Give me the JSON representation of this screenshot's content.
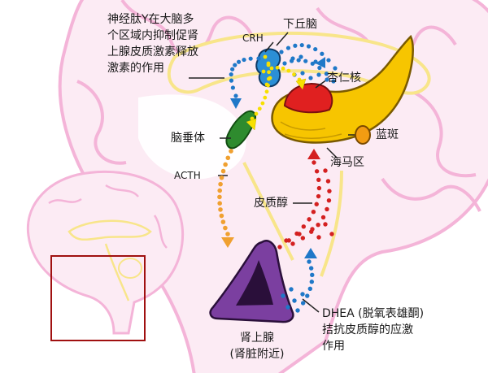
{
  "colors": {
    "brain_pink": "#f4b4d8",
    "brain_fill": "#fcebf4",
    "limbic_yellow": "#f8e58a",
    "hippocampus": "#f7c500",
    "amygdala": "#e02020",
    "hypothalamus": "#2b8fd6",
    "pituitary": "#2e8b2e",
    "locus_coeruleus": "#f39c12",
    "adrenal": "#7b3fa0",
    "crh_dots": "#1f78c8",
    "acth_dots": "#f0a030",
    "cortisol_dots": "#d42020",
    "dhea_dots": "#1f78c8",
    "inset_box": "#a01010"
  },
  "labels": {
    "crh_note": [
      "神经肽Y在大脑多",
      "个区域内抑制促肾",
      "上腺皮质激素释放",
      "激素的作用"
    ],
    "crh": "CRH",
    "hypothalamus": "下丘脑",
    "amygdala": "杏仁核",
    "locus_coeruleus": "蓝斑",
    "pituitary": "脑垂体",
    "hippocampus": "海马区",
    "acth": "ACTH",
    "cortisol": "皮质醇",
    "adrenal": [
      "肾上腺",
      "(肾脏附近)"
    ],
    "dhea": [
      "DHEA (脱氧表雄酮)",
      "拮抗皮质醇的应激",
      "作用"
    ]
  }
}
